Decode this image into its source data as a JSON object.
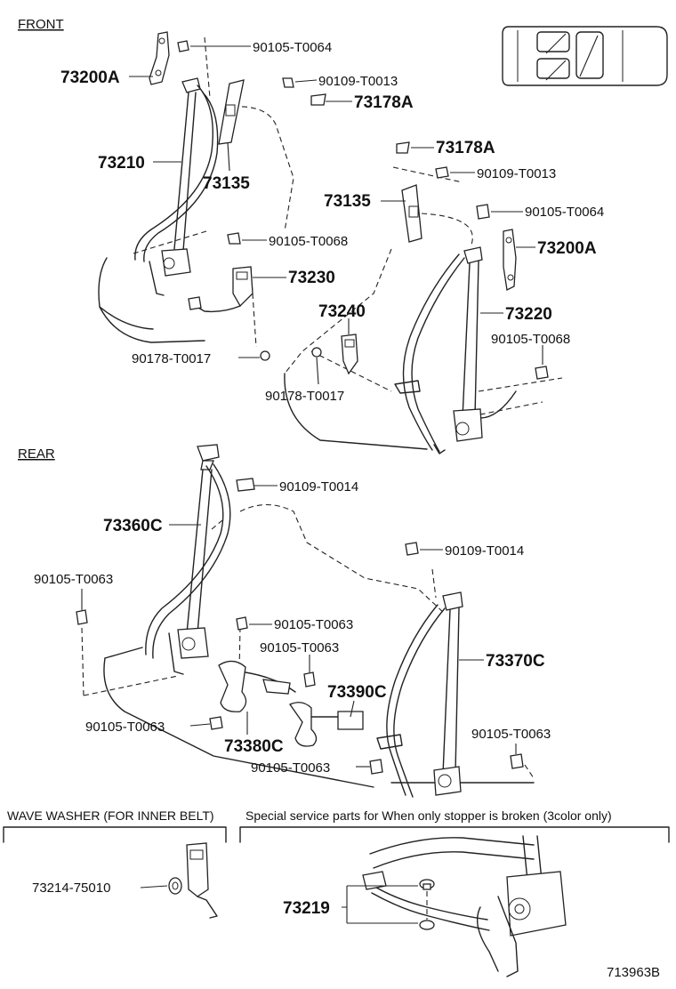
{
  "sections": {
    "front": "FRONT",
    "rear": "REAR",
    "wave_washer": "WAVE WASHER (FOR INNER BELT)",
    "special": "Special service parts for When only stopper is broken (3color only)"
  },
  "diagram_id": "713963B",
  "labels": {
    "f_90105_T0064_a": "90105-T0064",
    "f_73200A_a": "73200A",
    "f_90109_T0013_a": "90109-T0013",
    "f_73178A_a": "73178A",
    "f_73210": "73210",
    "f_73135_a": "73135",
    "f_73178A_b": "73178A",
    "f_90109_T0013_b": "90109-T0013",
    "f_73135_b": "73135",
    "f_90105_T0064_b": "90105-T0064",
    "f_90105_T0068_a": "90105-T0068",
    "f_73200A_b": "73200A",
    "f_73230": "73230",
    "f_73240": "73240",
    "f_73220": "73220",
    "f_90105_T0068_b": "90105-T0068",
    "f_90178_T0017_a": "90178-T0017",
    "f_90178_T0017_b": "90178-T0017",
    "r_90109_T0014_a": "90109-T0014",
    "r_73360C": "73360C",
    "r_90109_T0014_b": "90109-T0014",
    "r_90105_T0063_a": "90105-T0063",
    "r_90105_T0063_b": "90105-T0063",
    "r_90105_T0063_c": "90105-T0063",
    "r_73370C": "73370C",
    "r_73390C": "73390C",
    "r_90105_T0063_d": "90105-T0063",
    "r_90105_T0063_e": "90105-T0063",
    "r_73380C": "73380C",
    "r_90105_T0063_f": "90105-T0063",
    "w_73214_75010": "73214-75010",
    "s_73219": "73219"
  }
}
